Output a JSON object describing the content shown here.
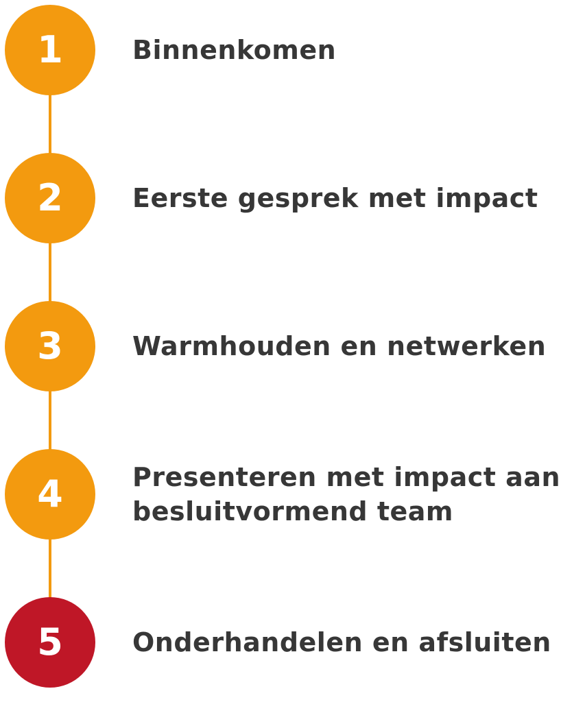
{
  "colors": {
    "step_default": "#f39a0f",
    "step_final": "#bf1727",
    "label_text": "#373737",
    "connector": "#f39a0f"
  },
  "steps": [
    {
      "number": "1",
      "lines": [
        "Binnenkomen"
      ],
      "color": "#f39a0f"
    },
    {
      "number": "2",
      "lines": [
        "Eerste gesprek met impact"
      ],
      "color": "#f39a0f"
    },
    {
      "number": "3",
      "lines": [
        "Warmhouden en netwerken"
      ],
      "color": "#f39a0f"
    },
    {
      "number": "4",
      "lines": [
        "Presenteren met impact aan",
        "besluitvormend team"
      ],
      "color": "#f39a0f"
    },
    {
      "number": "5",
      "lines": [
        "Onderhandelen en afsluiten"
      ],
      "color": "#bf1727"
    }
  ]
}
